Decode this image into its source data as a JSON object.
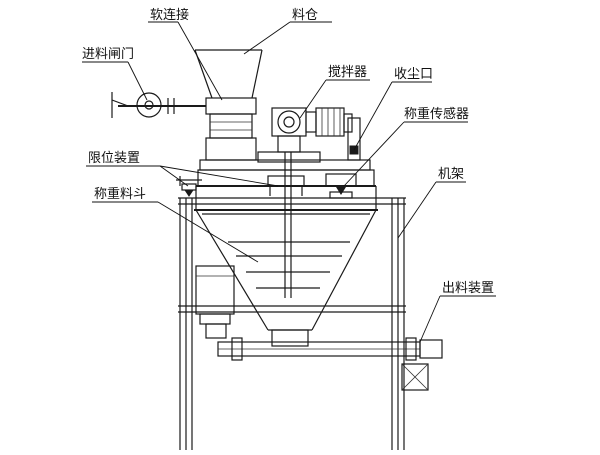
{
  "labels": {
    "soft_connection": "软连接",
    "silo": "料仓",
    "feed_valve": "进料闸门",
    "agitator": "搅拌器",
    "dust_port": "收尘口",
    "load_cell": "称重传感器",
    "limit_device": "限位装置",
    "frame": "机架",
    "weigh_hopper": "称重料斗",
    "discharge_device": "出料装置"
  },
  "colors": {
    "line": "#1a1a1a",
    "background": "#ffffff"
  }
}
